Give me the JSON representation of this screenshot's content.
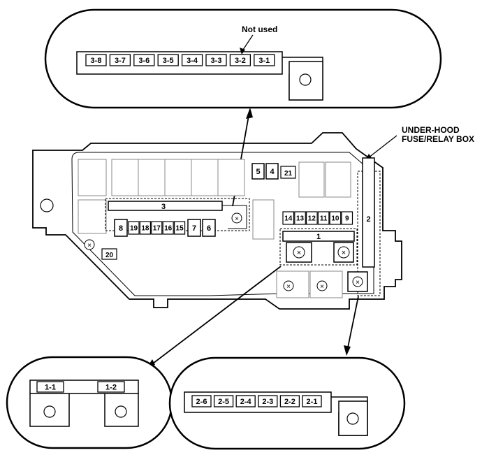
{
  "labels": {
    "not_used": "Not used",
    "box_title_line1": "UNDER-HOOD",
    "box_title_line2": "FUSE/RELAY BOX"
  },
  "fuses_top": [
    "3-8",
    "3-7",
    "3-6",
    "3-5",
    "3-4",
    "3-3",
    "3-2",
    "3-1"
  ],
  "fuses_bottom_left": [
    "1-1",
    "1-2"
  ],
  "fuses_bottom_right": [
    "2-6",
    "2-5",
    "2-4",
    "2-3",
    "2-2",
    "2-1"
  ],
  "box_fuses": {
    "f3": "3",
    "f2": "2",
    "f1": "1",
    "f5": "5",
    "f4": "4",
    "f21": "21",
    "f20": "20",
    "f8": "8",
    "f7": "7",
    "f6": "6",
    "row_left": [
      "19",
      "18",
      "17",
      "16",
      "15"
    ],
    "row_right": [
      "14",
      "13",
      "12",
      "11",
      "10",
      "9"
    ]
  }
}
